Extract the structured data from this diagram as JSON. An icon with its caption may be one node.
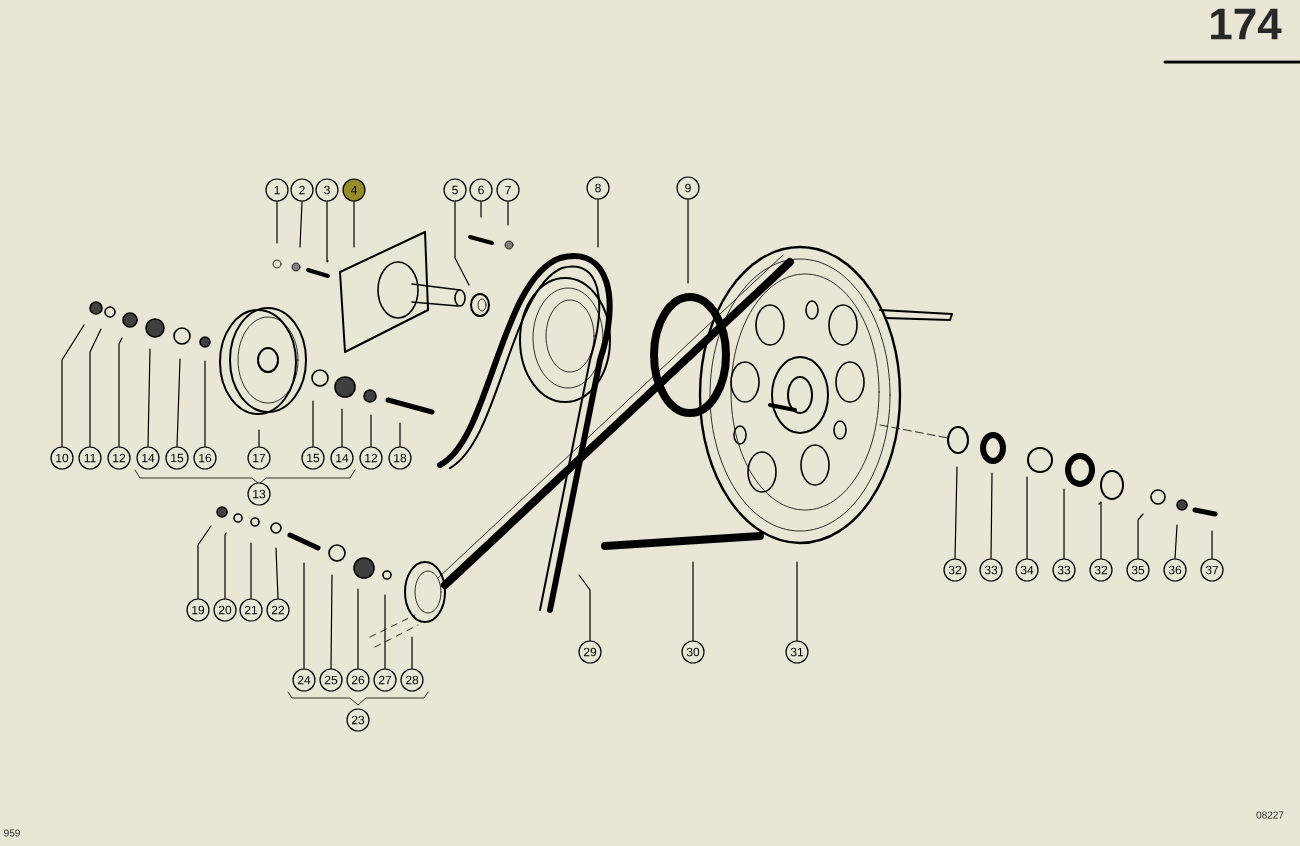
{
  "diagram": {
    "nodes": [
      {
        "text": [
          "1"
        ]
      },
      {
        "text": [
          "2"
        ]
      },
      {
        "text": [
          "3"
        ]
      },
      {
        "text": [
          "4"
        ]
      },
      {
        "text": [
          "5"
        ]
      },
      {
        "text": [
          "6"
        ]
      },
      {
        "text": [
          "7"
        ]
      },
      {
        "text": [
          "8"
        ]
      },
      {
        "text": [
          "9"
        ]
      },
      {
        "text": [
          "10"
        ]
      },
      {
        "text": [
          "11"
        ]
      },
      {
        "text": [
          "12"
        ]
      },
      {
        "text": [
          "14"
        ]
      },
      {
        "text": [
          "15"
        ]
      },
      {
        "text": [
          "16"
        ]
      },
      {
        "text": [
          "17"
        ]
      },
      {
        "text": [
          "15"
        ]
      },
      {
        "text": [
          "14"
        ]
      },
      {
        "text": [
          "12"
        ]
      },
      {
        "text": [
          "18"
        ]
      },
      {
        "text": [
          "13"
        ]
      },
      {
        "text": [
          "32"
        ]
      },
      {
        "text": [
          "33"
        ]
      },
      {
        "text": [
          "34"
        ]
      },
      {
        "text": [
          "33"
        ]
      },
      {
        "text": [
          "32"
        ]
      },
      {
        "text": [
          "35"
        ]
      },
      {
        "text": [
          "36"
        ]
      },
      {
        "text": [
          "37"
        ]
      },
      {
        "text": [
          "19"
        ]
      },
      {
        "text": [
          "20"
        ]
      },
      {
        "text": [
          "21"
        ]
      },
      {
        "text": [
          "22"
        ]
      },
      {
        "text": [
          "29"
        ]
      },
      {
        "text": [
          "30"
        ]
      },
      {
        "text": [
          "31"
        ]
      },
      {
        "text": [
          "24"
        ]
      },
      {
        "text": [
          "25"
        ]
      },
      {
        "text": [
          "26"
        ]
      },
      {
        "text": [
          "27"
        ]
      },
      {
        "text": [
          "28"
        ]
      },
      {
        "text": [
          "23"
        ]
      }
    ],
    "edges": [
      {
        "from": 0,
        "to": null,
        "arrow": "none"
      },
      {
        "from": 1,
        "to": null,
        "arrow": "none"
      },
      {
        "from": 2,
        "to": null,
        "arrow": "none"
      },
      {
        "from": 3,
        "to": null,
        "arrow": "none"
      },
      {
        "from": 4,
        "to": null,
        "arrow": "none"
      },
      {
        "from": 5,
        "to": null,
        "arrow": "none"
      },
      {
        "from": 6,
        "to": null,
        "arrow": "none"
      },
      {
        "from": 7,
        "to": null,
        "arrow": "none"
      },
      {
        "from": 8,
        "to": null,
        "arrow": "none"
      },
      {
        "from": 9,
        "to": null,
        "arrow": "none"
      },
      {
        "from": 10,
        "to": null,
        "arrow": "none"
      },
      {
        "from": 11,
        "to": null,
        "arrow": "none"
      },
      {
        "from": 12,
        "to": null,
        "arrow": "none"
      },
      {
        "from": 13,
        "to": null,
        "arrow": "none"
      },
      {
        "from": 14,
        "to": null,
        "arrow": "none"
      },
      {
        "from": 15,
        "to": null,
        "arrow": "none"
      },
      {
        "from": 16,
        "to": null,
        "arrow": "none"
      },
      {
        "from": 17,
        "to": null,
        "arrow": "none"
      },
      {
        "from": 18,
        "to": null,
        "arrow": "none"
      },
      {
        "from": 19,
        "to": null,
        "arrow": "none"
      },
      {
        "from": 21,
        "to": null,
        "arrow": "none"
      },
      {
        "from": 22,
        "to": null,
        "arrow": "none"
      },
      {
        "from": 23,
        "to": null,
        "arrow": "none"
      },
      {
        "from": 24,
        "to": null,
        "arrow": "none"
      },
      {
        "from": 25,
        "to": null,
        "arrow": "none"
      },
      {
        "from": 26,
        "to": null,
        "arrow": "none"
      },
      {
        "from": 27,
        "to": null,
        "arrow": "none"
      },
      {
        "from": 28,
        "to": null,
        "arrow": "none"
      },
      {
        "from": 29,
        "to": null,
        "arrow": "none"
      },
      {
        "from": 30,
        "to": null,
        "arrow": "none"
      },
      {
        "from": 31,
        "to": null,
        "arrow": "none"
      },
      {
        "from": 32,
        "to": null,
        "arrow": "none"
      },
      {
        "from": 33,
        "to": null,
        "arrow": "none"
      },
      {
        "from": 34,
        "to": null,
        "arrow": "none"
      },
      {
        "from": 35,
        "to": null,
        "arrow": "none"
      },
      {
        "from": 36,
        "to": null,
        "arrow": "none"
      },
      {
        "from": 37,
        "to": null,
        "arrow": "none"
      },
      {
        "from": 38,
        "to": null,
        "arrow": "none"
      },
      {
        "from": 39,
        "to": null,
        "arrow": "none"
      },
      {
        "from": 40,
        "to": null,
        "arrow": "none"
      }
    ],
    "labels": [
      "174",
      "959",
      "08227"
    ]
  }
}
